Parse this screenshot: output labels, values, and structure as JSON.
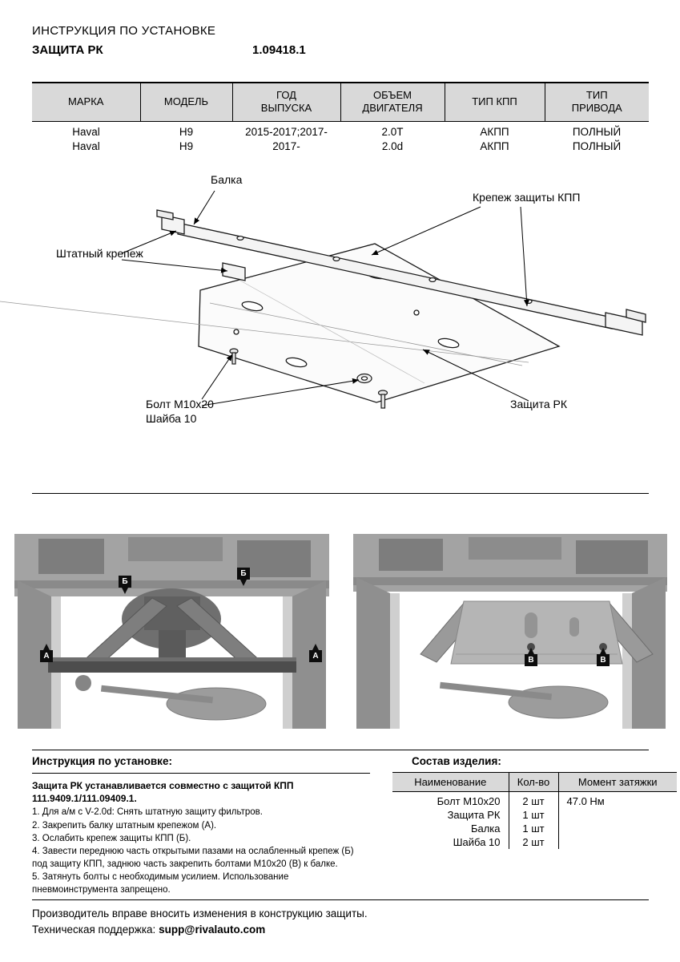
{
  "header": {
    "doc_type": "ИНСТРУКЦИЯ ПО УСТАНОВКЕ",
    "product_name": "ЗАЩИТА РК",
    "part_number": "1.09418.1"
  },
  "spec_table": {
    "columns": [
      "МАРКА",
      "МОДЕЛЬ",
      "ГОД\nВЫПУСКА",
      "ОБЪЕМ\nДВИГАТЕЛЯ",
      "ТИП КПП",
      "ТИП\nПРИВОДА"
    ],
    "rows": [
      [
        "Haval",
        "H9",
        "2015-2017;2017-",
        "2.0T",
        "АКПП",
        "ПОЛНЫЙ"
      ],
      [
        "Haval",
        "H9",
        "2017-",
        "2.0d",
        "АКПП",
        "ПОЛНЫЙ"
      ]
    ]
  },
  "diagram": {
    "labels": {
      "beam": "Балка",
      "kpp_fastener": "Крепеж защиты КПП",
      "stock_fastener": "Штатный крепеж",
      "bolt": "Болт М10х20",
      "washer": "Шайба 10",
      "shield": "Защита РК"
    }
  },
  "photos": {
    "left": {
      "markers": [
        "Б",
        "Б",
        "А",
        "А"
      ]
    },
    "right": {
      "markers": [
        "В",
        "В"
      ]
    }
  },
  "instructions": {
    "heading": "Инструкция по установке:",
    "intro": "Защита РК устанавливается совместно с защитой КПП 111.9409.1/111.09409.1.",
    "steps": [
      "1. Для а/м с V-2.0d: Снять штатную защиту фильтров.",
      "2. Закрепить балку штатным крепежом (А).",
      "3. Ослабить крепеж защиты КПП (Б).",
      "4. Завести переднюю часть открытыми пазами на ослабленный крепеж (Б) под защиту КПП, заднюю часть закрепить болтами М10х20 (В) к балке.",
      "5. Затянуть болты с необходимым усилием. Использование пневмоинструмента запрещено."
    ]
  },
  "composition": {
    "heading": "Состав изделия:",
    "columns": [
      "Наименование",
      "Кол-во",
      "Момент затяжки"
    ],
    "rows": [
      [
        "Болт М10х20",
        "2 шт",
        "47.0 Нм"
      ],
      [
        "Защита РК",
        "1 шт",
        ""
      ],
      [
        "Балка",
        "1 шт",
        ""
      ],
      [
        "Шайба 10",
        "2 шт",
        ""
      ]
    ]
  },
  "footer": {
    "note": "Производитель вправе вносить изменения в конструкцию защиты.",
    "support_label": "Техническая поддержка:",
    "support_email": "supp@rivalauto.com"
  }
}
